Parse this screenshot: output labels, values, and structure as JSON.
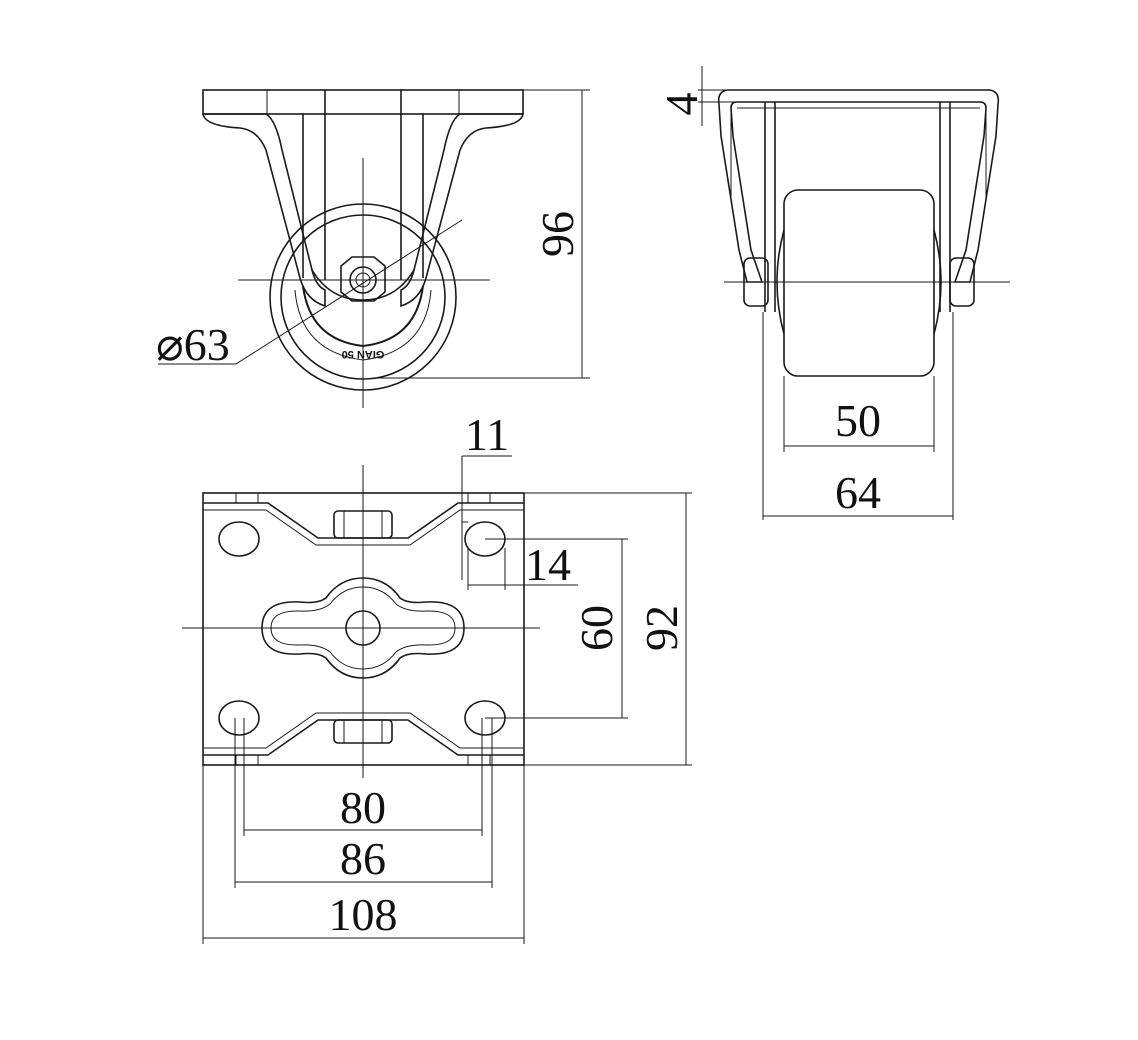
{
  "dimensions": {
    "wheel_diameter": "⌀63",
    "total_height": "96",
    "plate_thickness": "4",
    "wheel_width": "50",
    "bracket_width": "64",
    "hole_diameter": "11",
    "hole_slot_length": "14",
    "hole_spacing_short": "60",
    "plate_length": "92",
    "hole_spacing_long_inner": "80",
    "hole_spacing_long_outer": "86",
    "plate_width": "108"
  },
  "wheel_marking": "GIAN 50"
}
